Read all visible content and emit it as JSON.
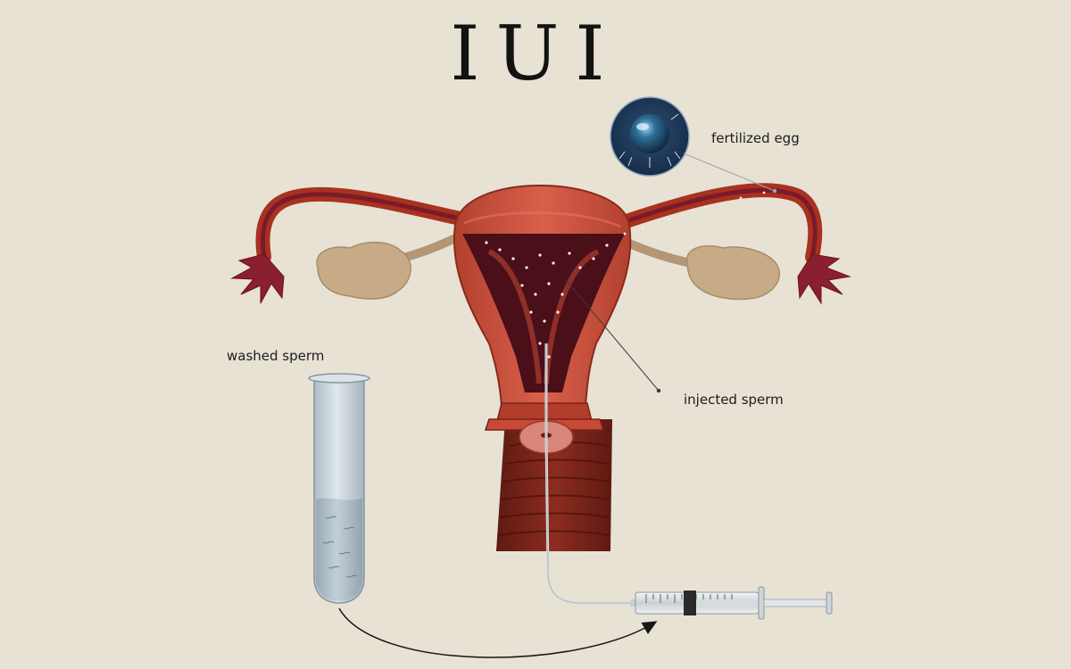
{
  "title": "IUI",
  "labels": {
    "fertilized_egg": "fertilized egg",
    "washed_sperm": "washed sperm",
    "injected_sperm": "injected sperm"
  },
  "colors": {
    "background": "#e8e2d5",
    "uterus_muscle": "#c64a37",
    "uterus_dark": "#7c2217",
    "uterine_cavity": "#4a0f18",
    "ovary": "#c7ab87",
    "egg_circle": "#1d3957",
    "egg": "#2f6f99",
    "test_tube": "#c9d4dc",
    "syringe": "#dfe3e6"
  },
  "icons": {
    "uterus": "uterus-icon",
    "ovary": "ovary-icon",
    "egg": "fertilized-egg-icon",
    "tube": "test-tube-icon",
    "syringe": "syringe-icon",
    "arrow": "curved-arrow-icon"
  }
}
